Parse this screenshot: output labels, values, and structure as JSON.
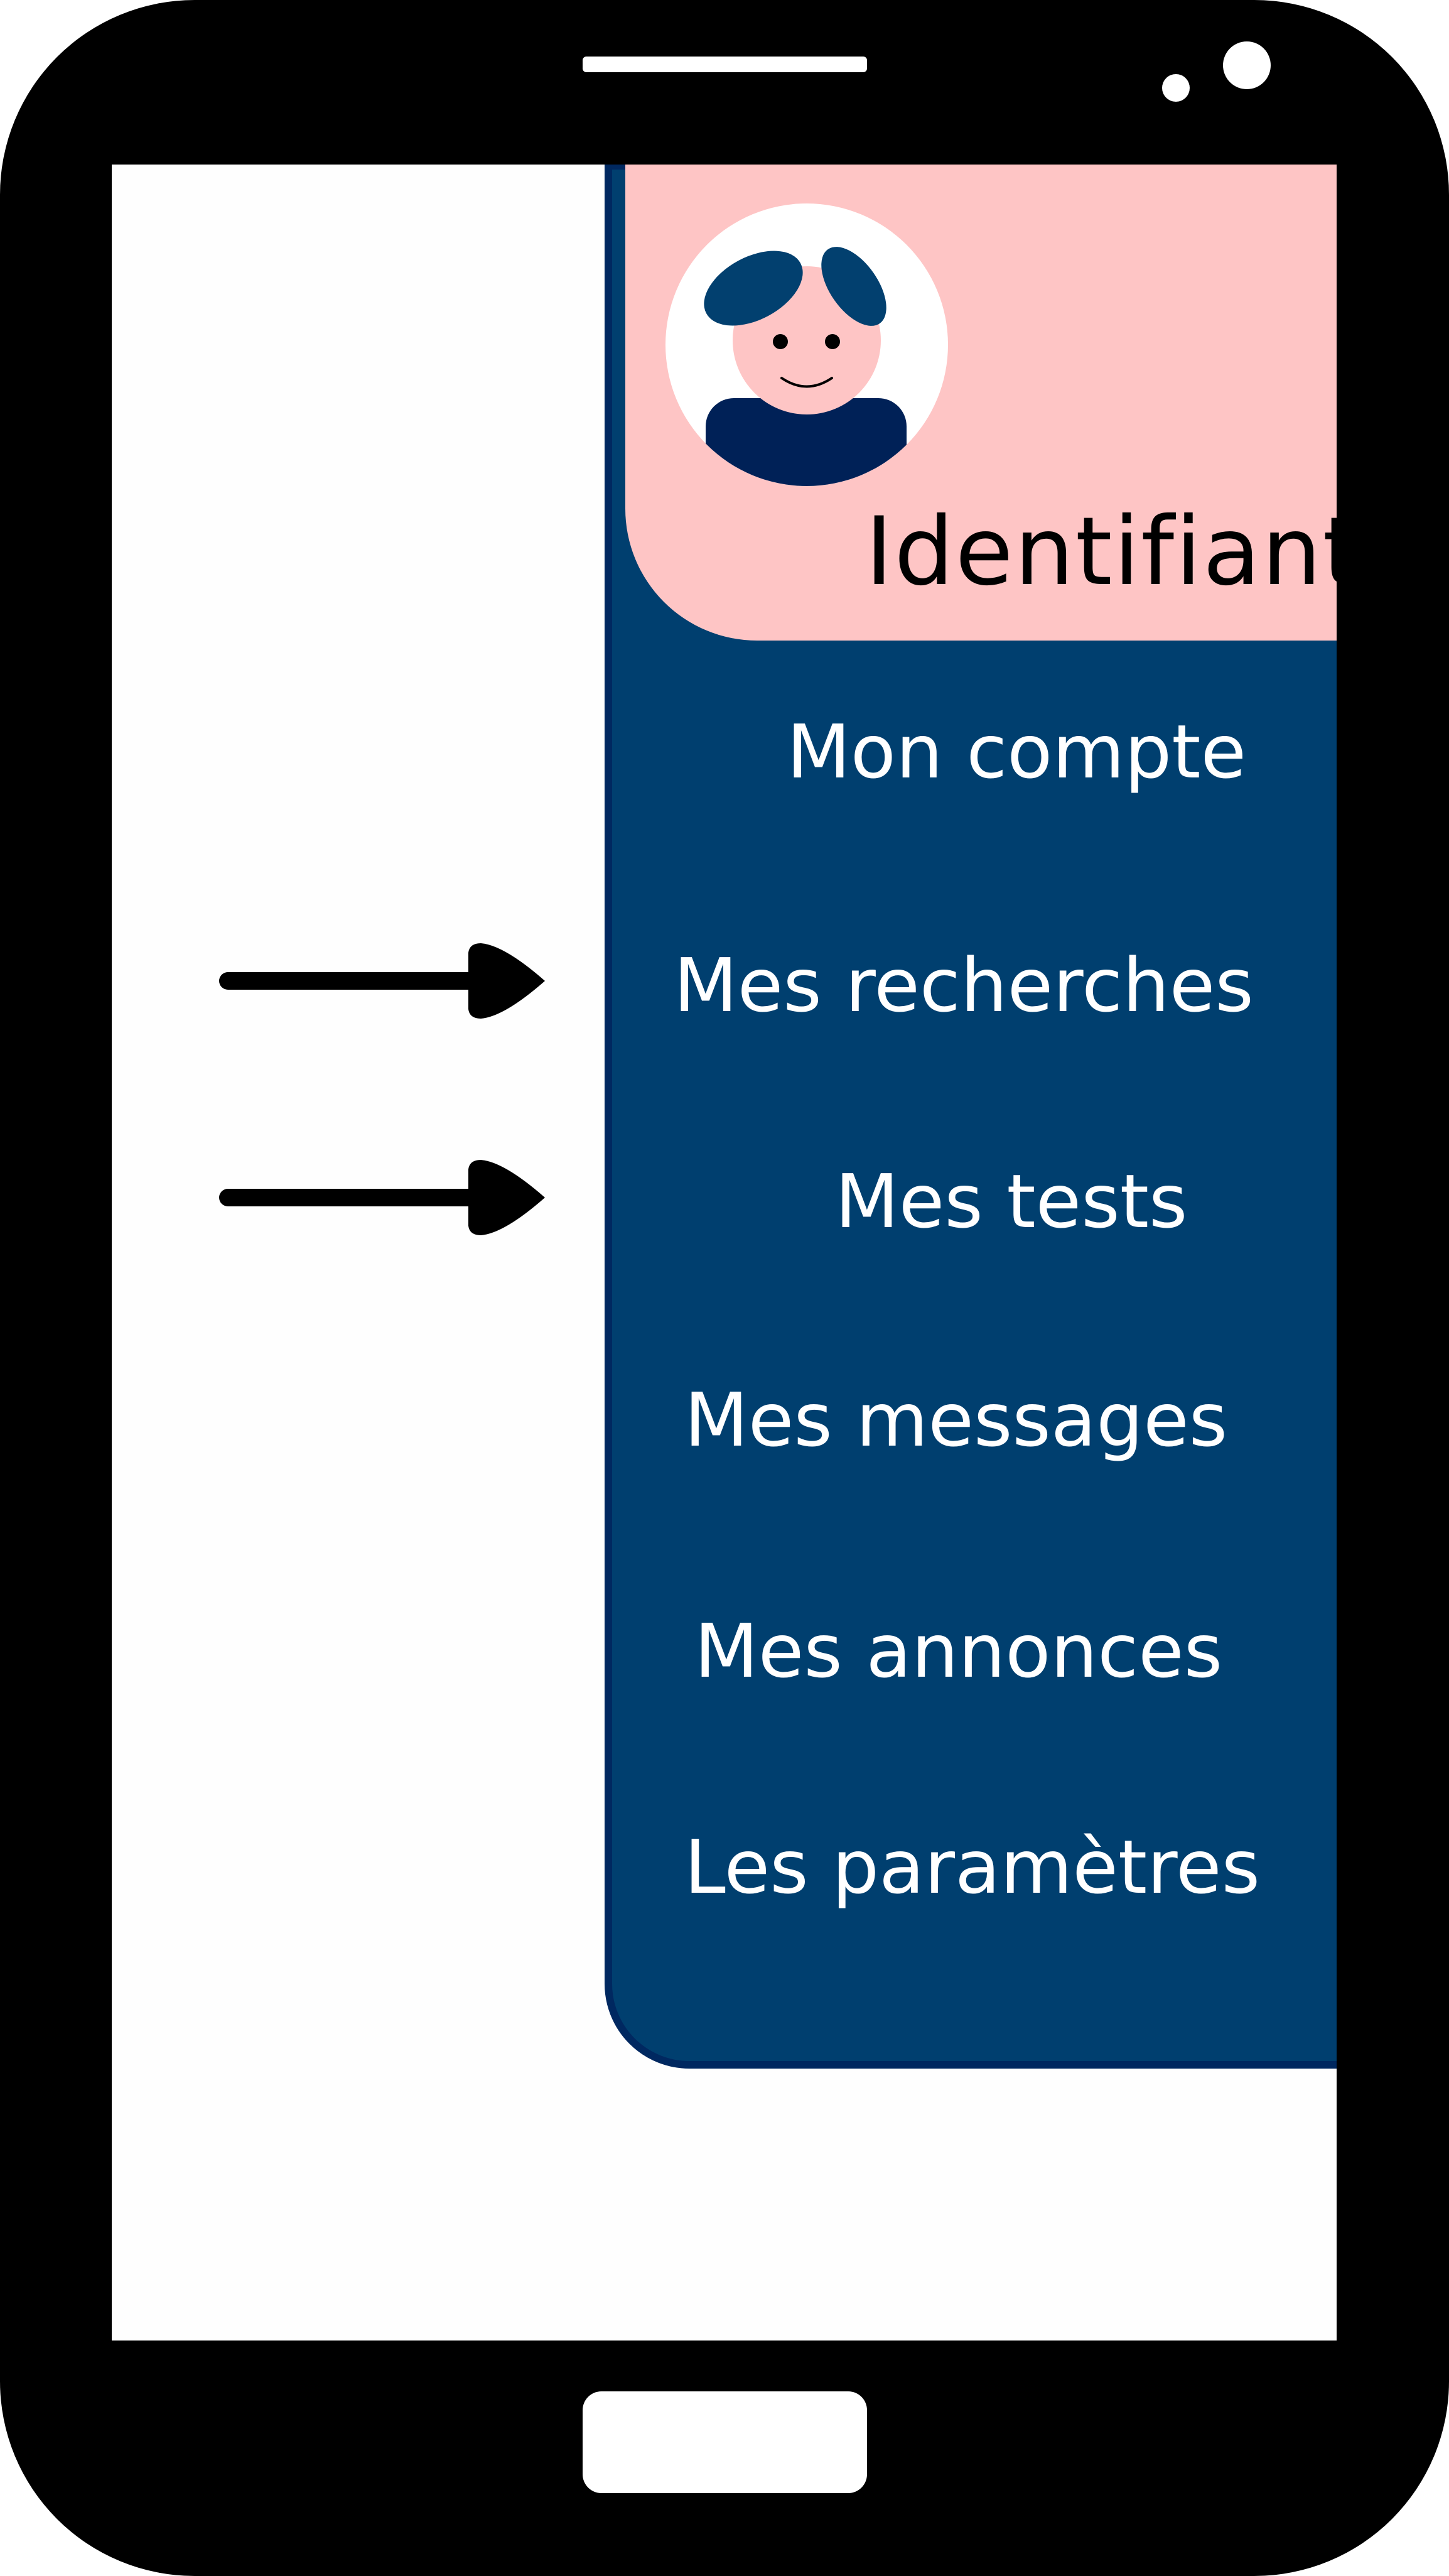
{
  "profile": {
    "username": "Identifiant",
    "avatar_icon": "user-avatar-icon"
  },
  "menu": {
    "items": [
      {
        "label": "Mon compte"
      },
      {
        "label": "Mes recherches"
      },
      {
        "label": "Mes tests"
      },
      {
        "label": "Mes messages"
      },
      {
        "label": "Mes annonces"
      },
      {
        "label": "Les paramètres"
      }
    ]
  },
  "annotations": {
    "arrow_icon": "arrow-right-icon"
  },
  "colors": {
    "phone_body": "#000000",
    "menu_background": "#003f6f",
    "menu_border": "#002860",
    "header_background": "#fec5c5",
    "avatar_hair": "#02406f",
    "avatar_shirt": "#002157",
    "avatar_skin": "#fec5c5",
    "text_light": "#ffffff"
  }
}
